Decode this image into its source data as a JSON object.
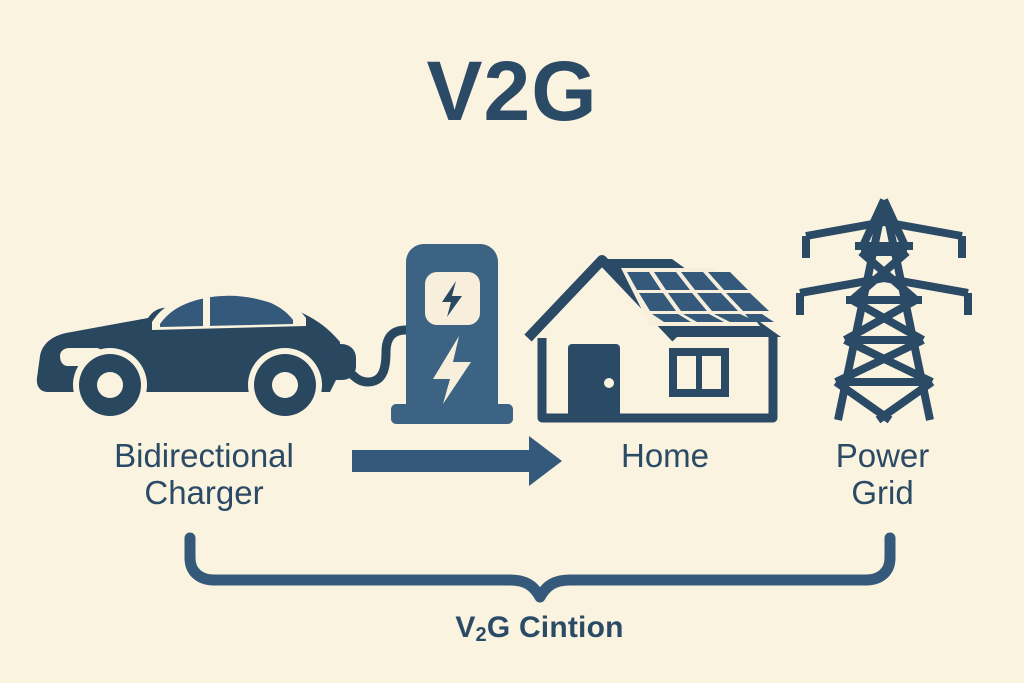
{
  "theme": {
    "background": "#faf3e0",
    "ink": "#2b4a66",
    "ink_dark": "#2a4760",
    "accent_slate": "#3d6384",
    "cream": "#f7efdc"
  },
  "header": {
    "title": "V2G"
  },
  "labels": {
    "charger": "Bidirectional\nCharger",
    "home": "Home",
    "grid": "Power\nGrid"
  },
  "caption": {
    "prefix": "V",
    "subscript": "2",
    "suffix": "G Cintion"
  },
  "icons": {
    "car": "electric-car-icon",
    "cable": "charging-cable-icon",
    "charger": "ev-charger-icon",
    "charger_screen_bolt": "lightning-bolt-icon",
    "charger_body_bolt": "lightning-bolt-icon",
    "house": "house-with-solar-panels-icon",
    "solar_panel": "solar-panel-icon",
    "door": "door-icon",
    "window": "window-icon",
    "pylon": "transmission-tower-icon",
    "flow_arrow": "right-arrow-icon",
    "scope_brace": "curly-brace-icon"
  },
  "diagram": {
    "solar_panel_columns": 4,
    "solar_panel_rows": 3,
    "flow_direction": "left-to-right"
  }
}
